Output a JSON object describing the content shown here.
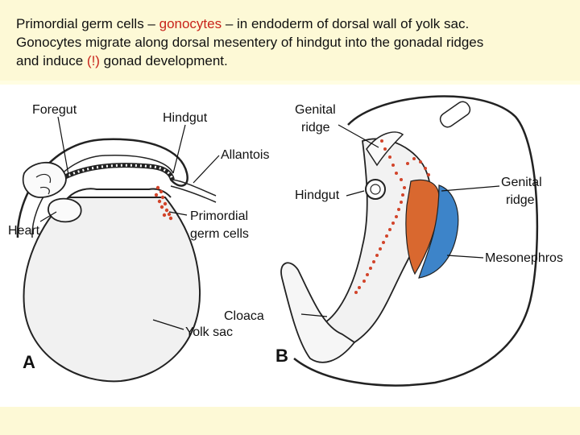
{
  "header": {
    "line1_a": "Primordial germ cells – ",
    "line1_red": "gonocytes",
    "line1_b": " – in endoderm of dorsal wall of yolk sac.",
    "line2": "Gonocytes migrate along dorsal mesentery of hindgut into the gonadal ridges",
    "line3_a": "and induce ",
    "line3_red": "(!)",
    "line3_b": " gonad development."
  },
  "figure_a": {
    "panel_label": "A",
    "labels": {
      "foregut": "Foregut",
      "hindgut": "Hindgut",
      "allantois": "Allantois",
      "heart": "Heart",
      "primordial_1": "Primordial",
      "primordial_2": "germ cells",
      "yolk_sac": "Yolk sac"
    }
  },
  "figure_b": {
    "panel_label": "B",
    "labels": {
      "genital_ridge_left_1": "Genital",
      "genital_ridge_left_2": "ridge",
      "hindgut": "Hindgut",
      "genital_ridge_right_1": "Genital",
      "genital_ridge_right_2": "ridge",
      "mesonephros": "Mesonephros",
      "cloaca": "Cloaca"
    }
  },
  "colors": {
    "highlight_red": "#c8241b",
    "germ_cells": "#d2442a",
    "gonad_orange": "#d9682f",
    "mesonephros_blue": "#3d84c9",
    "header_bg": "#fdf9d6"
  }
}
